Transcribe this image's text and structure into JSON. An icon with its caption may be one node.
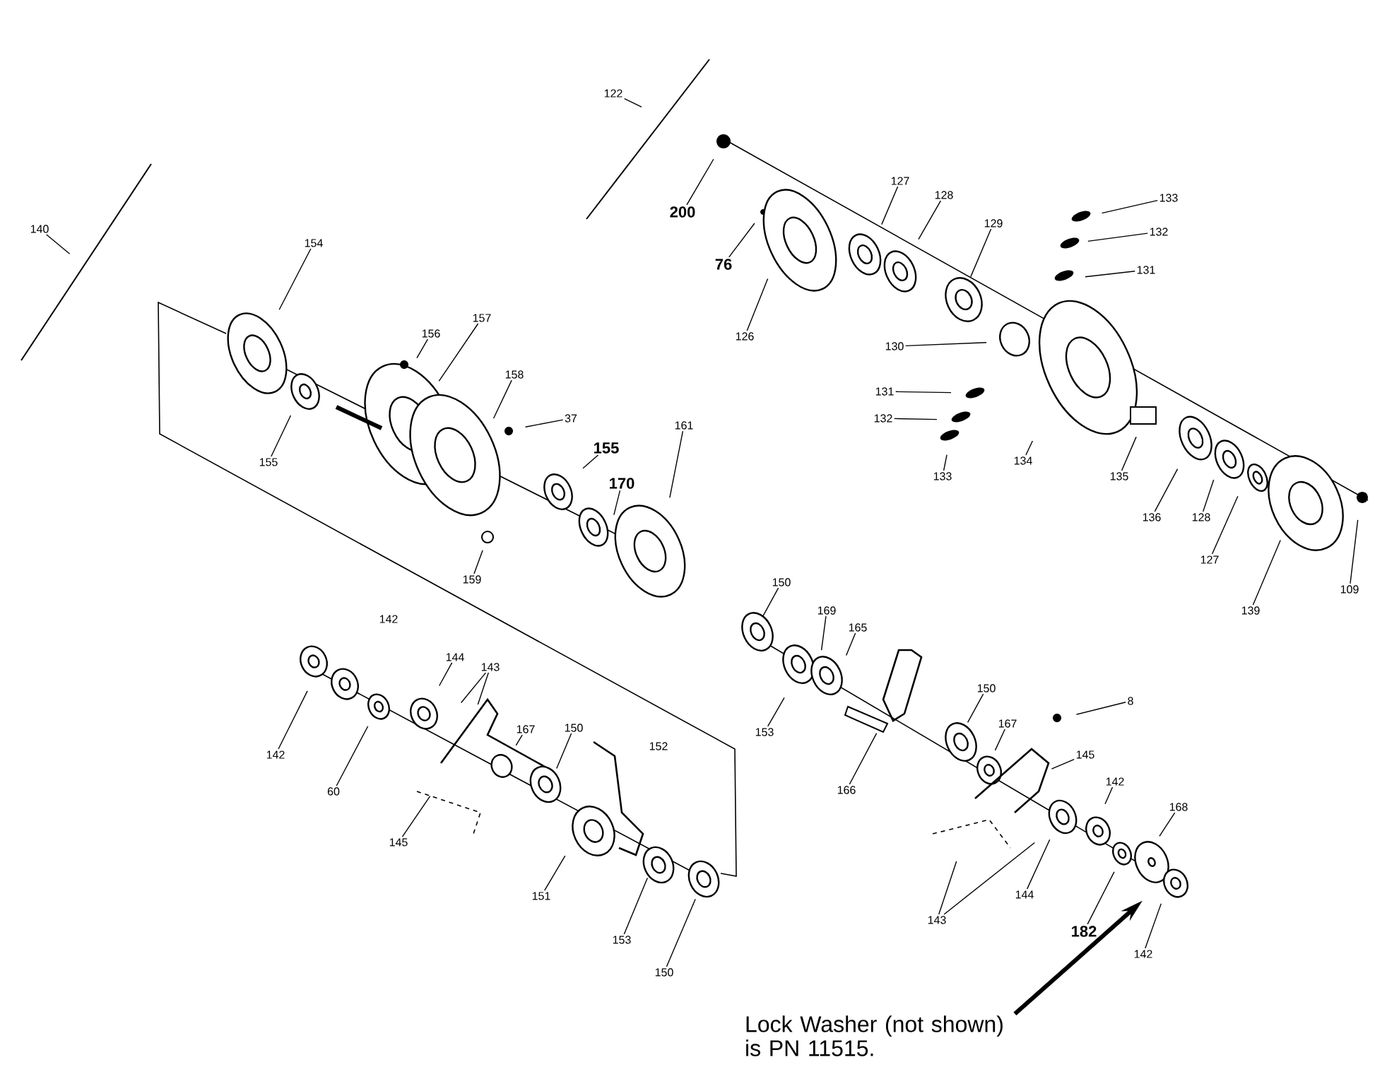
{
  "diagram": {
    "nodes": [
      {
        "text": [
          "140"
        ]
      },
      {
        "text": [
          "122"
        ]
      },
      {
        "text": [
          "200"
        ]
      },
      {
        "text": [
          "76"
        ]
      },
      {
        "text": [
          "154"
        ]
      },
      {
        "text": [
          "156"
        ]
      },
      {
        "text": [
          "157"
        ]
      },
      {
        "text": [
          "158"
        ]
      },
      {
        "text": [
          "37"
        ]
      },
      {
        "text": [
          "155"
        ]
      },
      {
        "text": [
          "155"
        ]
      },
      {
        "text": [
          "170"
        ]
      },
      {
        "text": [
          "161"
        ]
      },
      {
        "text": [
          "159"
        ]
      },
      {
        "text": [
          "126"
        ]
      },
      {
        "text": [
          "127"
        ]
      },
      {
        "text": [
          "128"
        ]
      },
      {
        "text": [
          "129"
        ]
      },
      {
        "text": [
          "133"
        ]
      },
      {
        "text": [
          "132"
        ]
      },
      {
        "text": [
          "131"
        ]
      },
      {
        "text": [
          "130"
        ]
      },
      {
        "text": [
          "131"
        ]
      },
      {
        "text": [
          "132"
        ]
      },
      {
        "text": [
          "133"
        ]
      },
      {
        "text": [
          "134"
        ]
      },
      {
        "text": [
          "135"
        ]
      },
      {
        "text": [
          "136"
        ]
      },
      {
        "text": [
          "128"
        ]
      },
      {
        "text": [
          "127"
        ]
      },
      {
        "text": [
          "139"
        ]
      },
      {
        "text": [
          "109"
        ]
      },
      {
        "text": [
          "142"
        ]
      },
      {
        "text": [
          "60"
        ]
      },
      {
        "text": [
          "144"
        ]
      },
      {
        "text": [
          "143"
        ]
      },
      {
        "text": [
          "145"
        ]
      },
      {
        "text": [
          "167"
        ]
      },
      {
        "text": [
          "150"
        ]
      },
      {
        "text": [
          "151"
        ]
      },
      {
        "text": [
          "153"
        ]
      },
      {
        "text": [
          "150"
        ]
      },
      {
        "text": [
          "150"
        ]
      },
      {
        "text": [
          "169"
        ]
      },
      {
        "text": [
          "165"
        ]
      },
      {
        "text": [
          "153"
        ]
      },
      {
        "text": [
          "166"
        ]
      },
      {
        "text": [
          "150"
        ]
      },
      {
        "text": [
          "167"
        ]
      },
      {
        "text": [
          "8"
        ]
      },
      {
        "text": [
          "145"
        ]
      },
      {
        "text": [
          "142"
        ]
      },
      {
        "text": [
          "168"
        ]
      },
      {
        "text": [
          "143"
        ]
      },
      {
        "text": [
          "144"
        ]
      },
      {
        "text": [
          "182"
        ]
      },
      {
        "text": [
          "142"
        ]
      },
      {
        "text": [
          "Lock Washer (not shown) is PN 11515."
        ]
      }
    ],
    "edges": [
      {
        "from": 0,
        "to": null,
        "arrow": "none"
      },
      {
        "from": 1,
        "to": null,
        "arrow": "none"
      },
      {
        "from": 2,
        "to": null,
        "arrow": "none"
      },
      {
        "from": 3,
        "to": null,
        "arrow": "none"
      },
      {
        "from": 4,
        "to": null,
        "arrow": "none"
      },
      {
        "from": 5,
        "to": null,
        "arrow": "none"
      },
      {
        "from": 6,
        "to": null,
        "arrow": "none"
      },
      {
        "from": 7,
        "to": null,
        "arrow": "none"
      },
      {
        "from": 8,
        "to": null,
        "arrow": "none"
      },
      {
        "from": 9,
        "to": null,
        "arrow": "none"
      },
      {
        "from": 10,
        "to": null,
        "arrow": "none"
      },
      {
        "from": 11,
        "to": null,
        "arrow": "none"
      },
      {
        "from": 12,
        "to": null,
        "arrow": "none"
      },
      {
        "from": 13,
        "to": null,
        "arrow": "none"
      },
      {
        "from": 14,
        "to": null,
        "arrow": "none"
      },
      {
        "from": 15,
        "to": null,
        "arrow": "none"
      },
      {
        "from": 16,
        "to": null,
        "arrow": "none"
      },
      {
        "from": 17,
        "to": null,
        "arrow": "none"
      },
      {
        "from": 18,
        "to": null,
        "arrow": "none"
      },
      {
        "from": 19,
        "to": null,
        "arrow": "none"
      },
      {
        "from": 20,
        "to": null,
        "arrow": "none"
      },
      {
        "from": 21,
        "to": null,
        "arrow": "none"
      },
      {
        "from": 22,
        "to": null,
        "arrow": "none"
      },
      {
        "from": 23,
        "to": null,
        "arrow": "none"
      },
      {
        "from": 24,
        "to": null,
        "arrow": "none"
      },
      {
        "from": 25,
        "to": null,
        "arrow": "none"
      },
      {
        "from": 26,
        "to": null,
        "arrow": "none"
      },
      {
        "from": 27,
        "to": null,
        "arrow": "none"
      },
      {
        "from": 28,
        "to": null,
        "arrow": "none"
      },
      {
        "from": 29,
        "to": null,
        "arrow": "none"
      },
      {
        "from": 30,
        "to": null,
        "arrow": "none"
      },
      {
        "from": 31,
        "to": null,
        "arrow": "none"
      },
      {
        "from": 32,
        "to": null,
        "arrow": "none"
      },
      {
        "from": 33,
        "to": null,
        "arrow": "none"
      },
      {
        "from": 34,
        "to": null,
        "arrow": "none"
      },
      {
        "from": 35,
        "to": null,
        "arrow": "none"
      },
      {
        "from": 36,
        "to": null,
        "arrow": "none"
      },
      {
        "from": 37,
        "to": null,
        "arrow": "none"
      },
      {
        "from": 38,
        "to": null,
        "arrow": "none"
      },
      {
        "from": 39,
        "to": null,
        "arrow": "none"
      },
      {
        "from": 40,
        "to": null,
        "arrow": "none"
      },
      {
        "from": 41,
        "to": null,
        "arrow": "none"
      },
      {
        "from": 42,
        "to": null,
        "arrow": "none"
      },
      {
        "from": 43,
        "to": null,
        "arrow": "none"
      },
      {
        "from": 44,
        "to": null,
        "arrow": "none"
      },
      {
        "from": 45,
        "to": null,
        "arrow": "none"
      },
      {
        "from": 46,
        "to": null,
        "arrow": "none"
      },
      {
        "from": 47,
        "to": null,
        "arrow": "none"
      },
      {
        "from": 48,
        "to": null,
        "arrow": "none"
      },
      {
        "from": 49,
        "to": null,
        "arrow": "none"
      },
      {
        "from": 50,
        "to": null,
        "arrow": "none"
      },
      {
        "from": 51,
        "to": null,
        "arrow": "none"
      },
      {
        "from": 52,
        "to": null,
        "arrow": "none"
      },
      {
        "from": 53,
        "to": null,
        "arrow": "none"
      },
      {
        "from": 54,
        "to": null,
        "arrow": "none"
      },
      {
        "from": 55,
        "to": null,
        "arrow": "none"
      },
      {
        "from": 56,
        "to": null,
        "arrow": "none"
      },
      {
        "from": 35,
        "to": null,
        "arrow": "none"
      },
      {
        "from": 53,
        "to": null,
        "arrow": "none"
      },
      {
        "from": 57,
        "to": null,
        "arrow": "to",
        "style": "thick"
      }
    ],
    "labels": [
      "142",
      "152"
    ]
  }
}
